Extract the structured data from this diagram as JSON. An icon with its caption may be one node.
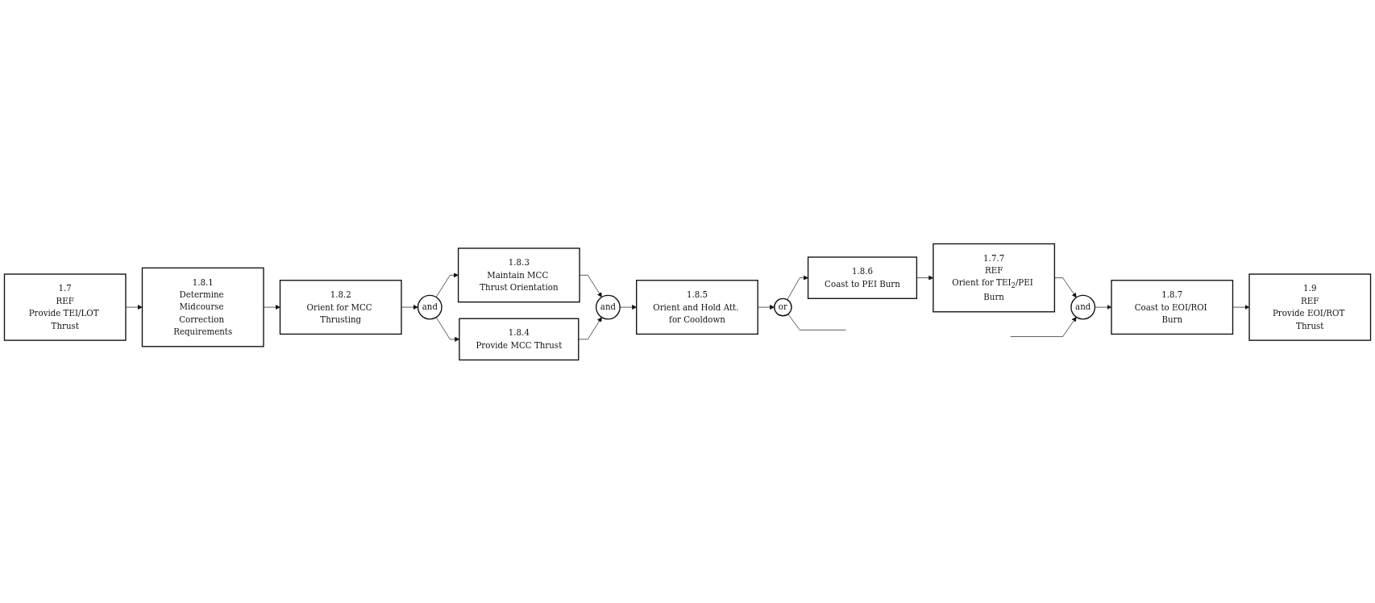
{
  "diagram": {
    "nodes": [
      {
        "text": [
          "1.7",
          "REF",
          "Provide TEI/LOT Thrust"
        ]
      },
      {
        "text": [
          "1.8.1",
          "Determine Midcourse Correction Requirements"
        ]
      },
      {
        "text": [
          "1.8.2",
          "Orient for MCC Thrusting"
        ]
      },
      {
        "text": [
          "and"
        ]
      },
      {
        "text": [
          "1.8.3",
          "Maintain MCC Thrust Orientation"
        ]
      },
      {
        "text": [
          "1.8.4",
          "Provide MCC Thrust"
        ]
      },
      {
        "text": [
          "and"
        ]
      },
      {
        "text": [
          "1.8.5",
          "Orient and Hold Att. for Cooldown"
        ]
      },
      {
        "text": [
          "or"
        ]
      },
      {
        "text": [
          "1.8.6",
          "Coast to PEI Burn"
        ]
      },
      {
        "text": [
          "1.7.7",
          "REF",
          "Orient for TEI$_{2}$/PEI Burn"
        ]
      },
      {
        "text": [
          "and"
        ]
      },
      {
        "text": [
          "1.8.7",
          "Coast to EOI/ROI Burn"
        ]
      },
      {
        "text": [
          "1.9",
          "REF",
          "Provide EOI/ROT Thrust"
        ]
      }
    ],
    "edges": [
      {
        "from": 0,
        "to": 1,
        "arrow": "to"
      },
      {
        "from": 1,
        "to": 2,
        "arrow": "to"
      },
      {
        "from": 2,
        "to": 3,
        "arrow": "to"
      },
      {
        "from": 3,
        "to": 4,
        "arrow": "to"
      },
      {
        "from": 3,
        "to": 5,
        "arrow": "to"
      },
      {
        "from": 4,
        "to": 6,
        "arrow": "to"
      },
      {
        "from": 5,
        "to": 6,
        "arrow": "to"
      },
      {
        "from": 6,
        "to": 7,
        "arrow": "to"
      },
      {
        "from": 7,
        "to": 8,
        "arrow": "to"
      },
      {
        "from": 8,
        "to": 9,
        "arrow": "to"
      },
      {
        "from": 9,
        "to": 10,
        "arrow": "to"
      },
      {
        "from": 10,
        "to": 11,
        "arrow": "to"
      },
      {
        "from": 11,
        "to": 12,
        "arrow": "to"
      },
      {
        "from": 12,
        "to": 13,
        "arrow": "to"
      },
      {
        "from": 8,
        "to": null,
        "arrow": "none"
      },
      {
        "from": null,
        "to": 11,
        "arrow": "to"
      }
    ]
  }
}
